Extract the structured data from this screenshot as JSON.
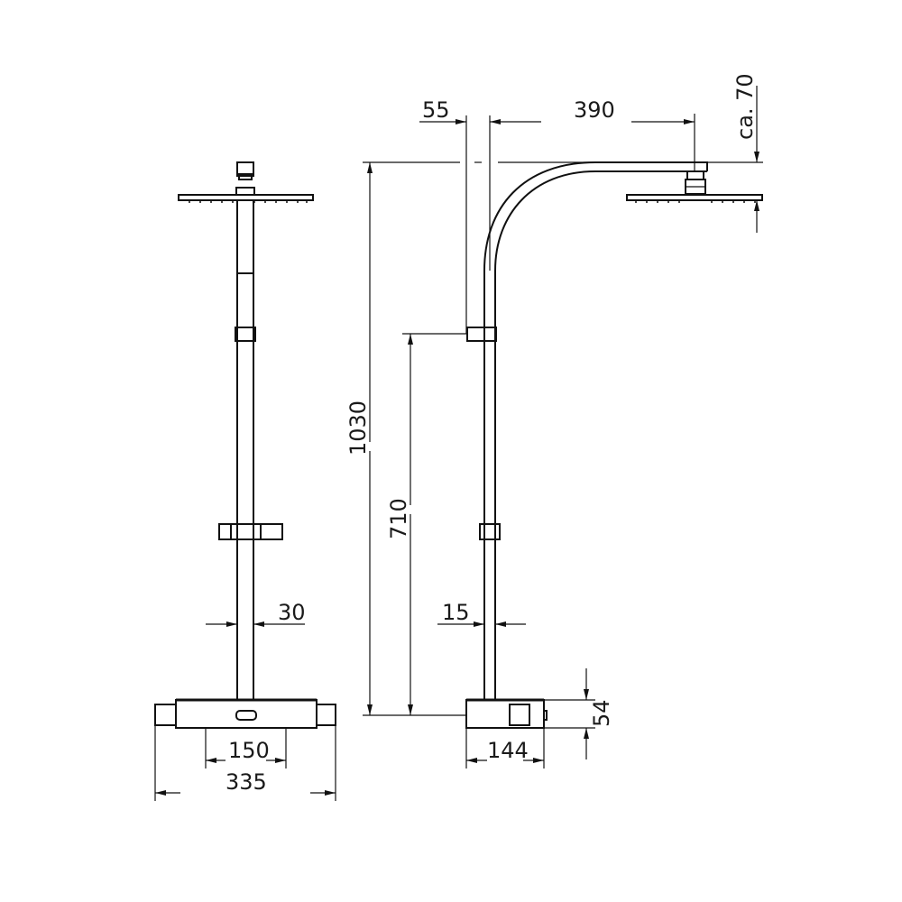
{
  "drawing": {
    "title": "Shower column technical drawing",
    "units": "mm",
    "line_color": "#111111",
    "background": "#ffffff"
  },
  "front_view": {
    "dimensions": {
      "pipe_diameter": "30",
      "inlet_spacing": "150",
      "total_width": "335"
    }
  },
  "side_view": {
    "dimensions": {
      "wall_offset": "55",
      "arm_reach": "390",
      "head_drop": "ca. 70",
      "total_height": "1030",
      "holder_height": "710",
      "rail_diameter": "15",
      "thermostat_depth": "144",
      "thermostat_height": "54"
    }
  }
}
